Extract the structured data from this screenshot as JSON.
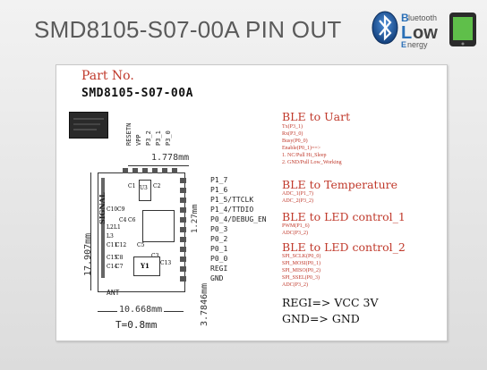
{
  "slide": {
    "title": "SMD8105-S07-00A PIN OUT",
    "logo": {
      "letters": [
        "B",
        "L",
        "E"
      ],
      "words": [
        "luetooth",
        "ow",
        "nergy"
      ],
      "icons": [
        "bluetooth-icon",
        "device-icon"
      ]
    }
  },
  "part": {
    "label": "Part No.",
    "number": "SMD8105-S07-00A"
  },
  "module": {
    "top_pins": [
      "RESETN",
      "VPP",
      "P3_2",
      "P3_1",
      "P3_0"
    ],
    "right_pins": [
      "P1_7",
      "P1_6",
      "P1_5/TTCLK",
      "P1_4/TTDIO",
      "P0_4/DEBUG_EN",
      "P0_3",
      "P0_2",
      "P0_1",
      "P0_0",
      "REGI",
      "GND"
    ],
    "ant_label": "ANT",
    "signal_label": "SIGNAL",
    "components": [
      "U3",
      "C2",
      "C1",
      "C10",
      "C9",
      "C4",
      "C6",
      "L2",
      "L1",
      "L3",
      "C11",
      "C12",
      "C5",
      "C3",
      "C15",
      "C14",
      "C8",
      "C7",
      "C13",
      "Y1"
    ],
    "dims": {
      "top": "1.778mm",
      "pin_pitch": "1.27mm",
      "height": "17.907mm",
      "bottom_right": "3.7846mm",
      "width": "10.668mm",
      "thickness": "T=0.8mm"
    }
  },
  "sections": [
    {
      "title": "BLE to Uart",
      "items": [
        "Tx(P3_1)",
        "Rx(P3_0)",
        "Busy(P0_0)",
        "Enable(P0_1)==>",
        "1. NC/Pull Hi_Sleep",
        "2. GND/Pull Low_Working"
      ]
    },
    {
      "title": "BLE to Temperature",
      "items": [
        "ADC_1(P1_7)",
        "ADC_2(P3_2)"
      ]
    },
    {
      "title": "BLE to LED control_1",
      "items": [
        "PWM(P1_6)",
        "ADC(P3_2)"
      ]
    },
    {
      "title": "BLE to LED control_2",
      "items": [
        "SPI_SCLK(P0_0)",
        "SPI_MOSI(P0_1)",
        "SPI_MISO(P0_2)",
        "SPI_SSEL(P0_3)",
        "ADC(P3_2)"
      ]
    }
  ],
  "power": {
    "regi": "REGI=> VCC 3V",
    "gnd": "GND=> GND"
  },
  "colors": {
    "accent": "#c0392b",
    "title_gray": "#5a5a5a",
    "pcb_outline": "#333333"
  }
}
